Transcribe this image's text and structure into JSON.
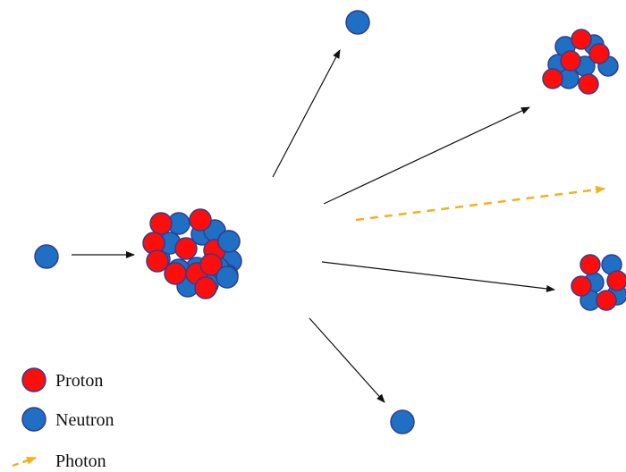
{
  "colors": {
    "proton": "#ff0d0d",
    "neutron": "#1f6fc5",
    "outline": "#2f3f8f",
    "arrow": "#111111",
    "photon": "#f2b21b"
  },
  "legend": {
    "proton_label": "Proton",
    "neutron_label": "Neutron",
    "photon_label": "Photon"
  }
}
